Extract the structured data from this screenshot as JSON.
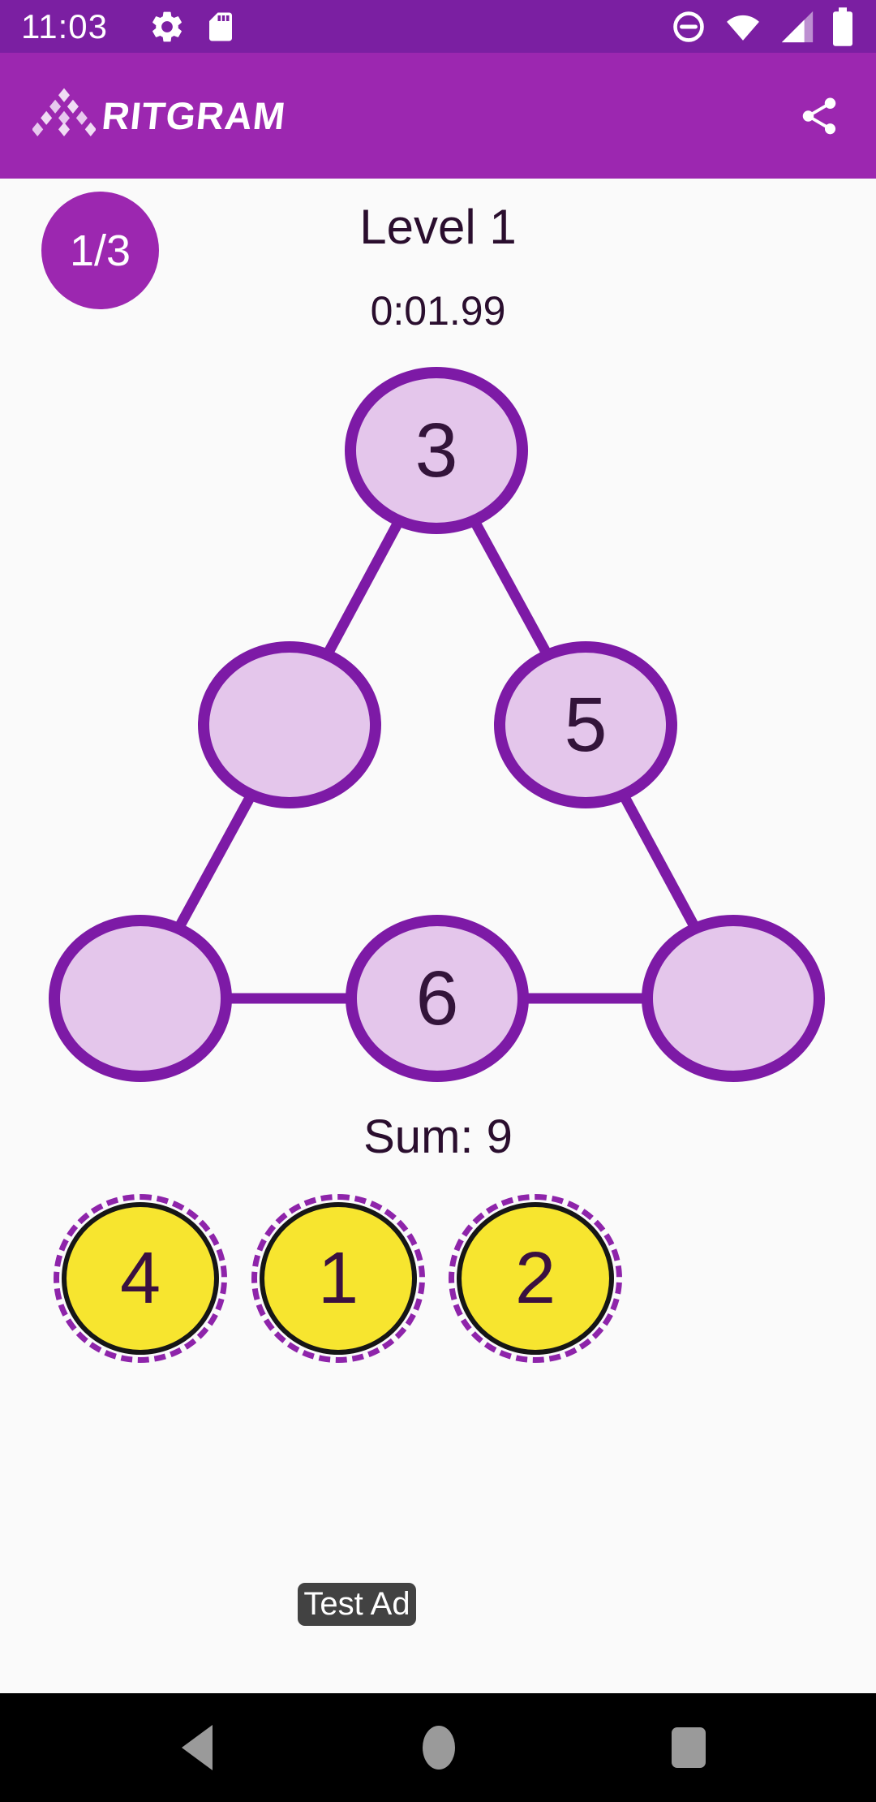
{
  "status_bar": {
    "time": "11:03",
    "left_icons": [
      "gear-icon",
      "sd-card-icon"
    ],
    "right_icons": [
      "do-not-disturb-icon",
      "wifi-icon",
      "signal-icon",
      "battery-icon"
    ]
  },
  "app_bar": {
    "logo_text": "RITGRAM",
    "logo_icon": "diamond-a-icon",
    "action_icon": "share-icon"
  },
  "level": {
    "progress": "1/3",
    "title": "Level 1",
    "timer": "0:01.99"
  },
  "board": {
    "sum_label": "Sum: 9",
    "nodes": [
      {
        "position": "top",
        "value": "3"
      },
      {
        "position": "middle-left",
        "value": ""
      },
      {
        "position": "middle-right",
        "value": "5"
      },
      {
        "position": "bottom-left",
        "value": ""
      },
      {
        "position": "bottom-center",
        "value": "6"
      },
      {
        "position": "bottom-right",
        "value": ""
      }
    ]
  },
  "tray": {
    "tiles": [
      {
        "value": "4"
      },
      {
        "value": "1"
      },
      {
        "value": "2"
      }
    ]
  },
  "ad": {
    "label": "Test Ad"
  },
  "nav_bar": {
    "icons": [
      "back-icon",
      "home-icon",
      "recents-icon"
    ]
  },
  "colors": {
    "status_bar_bg": "#7B1FA2",
    "app_bar_bg": "#9C27B0",
    "page_bg": "#FAFAFA",
    "node_fill": "#E4C6EB",
    "node_border": "#7D1AA6",
    "tile_fill": "#F7E52F",
    "tile_dash": "#8E24AA",
    "text_dark": "#2A0E2E",
    "ad_bg": "#424242",
    "nav_icon": "#9A9A9A"
  }
}
